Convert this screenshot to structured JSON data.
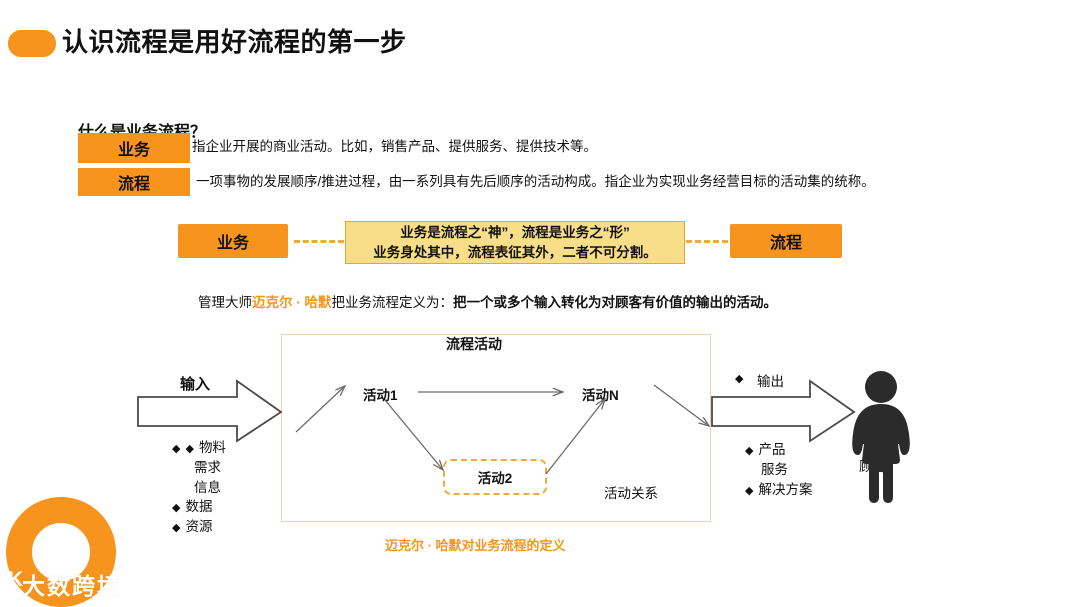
{
  "slide": {
    "title": "认识流程是用好流程的第一步",
    "section_heading": "什么是业务流程？",
    "tags": {
      "business": "业务",
      "process": "流程"
    },
    "definitions": [
      "指企业开展的商业活动。比如，销售产品、提供服务、提供技术等。",
      "一项事物的发展顺序/推进过程，由一系列具有先后顺序的活动构成。指企业为实现业务经营目标的活动集的统称。"
    ],
    "relation": {
      "left_tag": "业务",
      "right_tag": "流程",
      "quote_line1": "业务是流程之“神”，流程是业务之“形”",
      "quote_line2": "业务身处其中，流程表征其外，二者不可分割。"
    },
    "hammer": {
      "prefix": "管理大师",
      "name": "迈克尔 · 哈默",
      "middle": "把业务流程定义为：",
      "definition": "把一个或多个输入转化为对顾客有价值的输出的活动。"
    },
    "diagram": {
      "process_title": "流程活动",
      "input_label": "输入",
      "activity_1": "活动1",
      "activity_2": "活动2",
      "activity_n": "活动N",
      "relation_label": "活动关系",
      "output_label": "输出",
      "customer_label": "顾客",
      "input_items": [
        "物料",
        "需求",
        "信息",
        "数据",
        "资源"
      ],
      "output_items": [
        "产品",
        "服务",
        "解决方案"
      ],
      "caption": "迈克尔 · 哈默对业务流程的定义"
    },
    "watermark": {
      "mark": "K",
      "text": "大数跨境"
    },
    "colors": {
      "orange": "#F7941D",
      "yellow_box": "#F8DE88",
      "yellow_border": "#E8A33D",
      "box_border": "#E8D5B0",
      "arrow_stroke": "#4A4A4A",
      "text": "#111111"
    }
  }
}
